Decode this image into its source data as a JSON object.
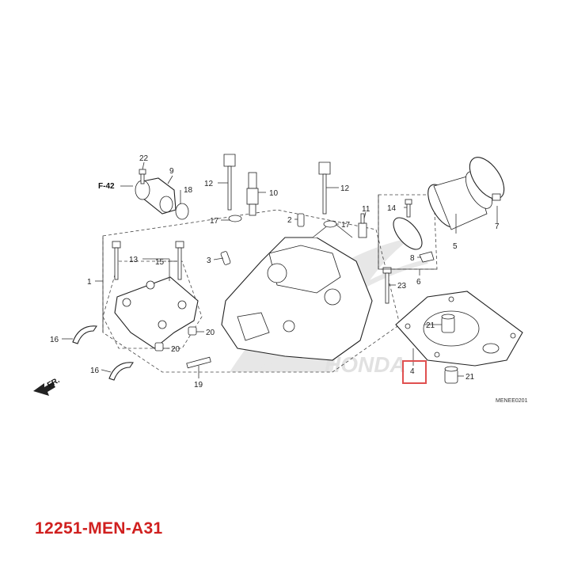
{
  "diagram": {
    "callouts": {
      "c1": "1",
      "c2": "2",
      "c3": "3",
      "c4": "4",
      "c5": "5",
      "c6": "6",
      "c7": "7",
      "c8": "8",
      "c9": "9",
      "c10": "10",
      "c11": "11",
      "c12a": "12",
      "c12b": "12",
      "c13": "13",
      "c14": "14",
      "c15": "15",
      "c16a": "16",
      "c16b": "16",
      "c17a": "17",
      "c17b": "17",
      "c18": "18",
      "c19": "19",
      "c20a": "20",
      "c20b": "20",
      "c21a": "21",
      "c21b": "21",
      "c22": "22",
      "c23": "23"
    },
    "ref_f42": "F-42",
    "fr_label": "FR.",
    "drawing_code": "MENEE0201",
    "highlight_color": "#e05050",
    "watermark": "HONDA"
  },
  "part_number": "12251-MEN-A31",
  "part_number_color": "#d0201f"
}
